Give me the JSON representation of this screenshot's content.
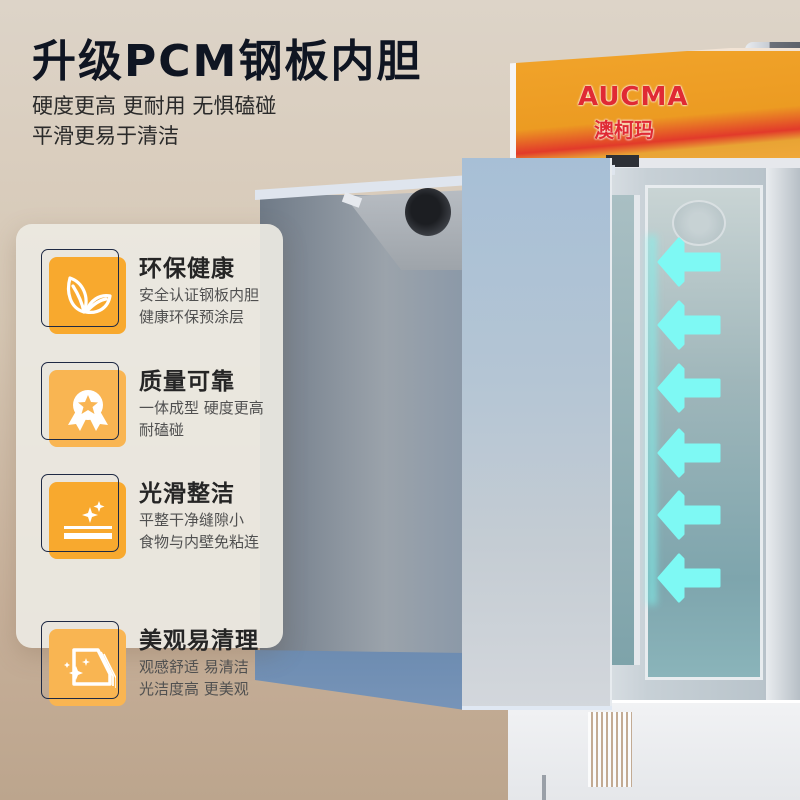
{
  "headline": {
    "title": "升级PCM钢板内胆",
    "subtitle_line1": "硬度更高 更耐用 无惧磕碰",
    "subtitle_line2": "平滑更易于清洁"
  },
  "brand": {
    "name_en": "AUCMA",
    "name_cn": "澳柯玛"
  },
  "features": [
    {
      "icon": "leaf-icon",
      "title": "环保健康",
      "desc_line1": "安全认证钢板内胆",
      "desc_line2": "健康环保预涂层"
    },
    {
      "icon": "medal-star-icon",
      "title": "质量可靠",
      "desc_line1": "一体成型 硬度更高",
      "desc_line2": "耐磕碰"
    },
    {
      "icon": "sparkle-surface-icon",
      "title": "光滑整洁",
      "desc_line1": "平整干净缝隙小",
      "desc_line2": "食物与内壁免粘连"
    },
    {
      "icon": "sparkle-panel-icon",
      "title": "美观易清理",
      "desc_line1": "观感舒适 易清洁",
      "desc_line2": "光洁度高 更美观"
    }
  ],
  "colors": {
    "icon_orange": "#f8a92e",
    "icon_orange_light": "#f9b552",
    "arrow_cyan": "#7ef9f4",
    "sign_orange": "#ee9d26",
    "brand_red": "#e02a34"
  },
  "airflow_arrows": {
    "count": 6,
    "direction": "left"
  }
}
